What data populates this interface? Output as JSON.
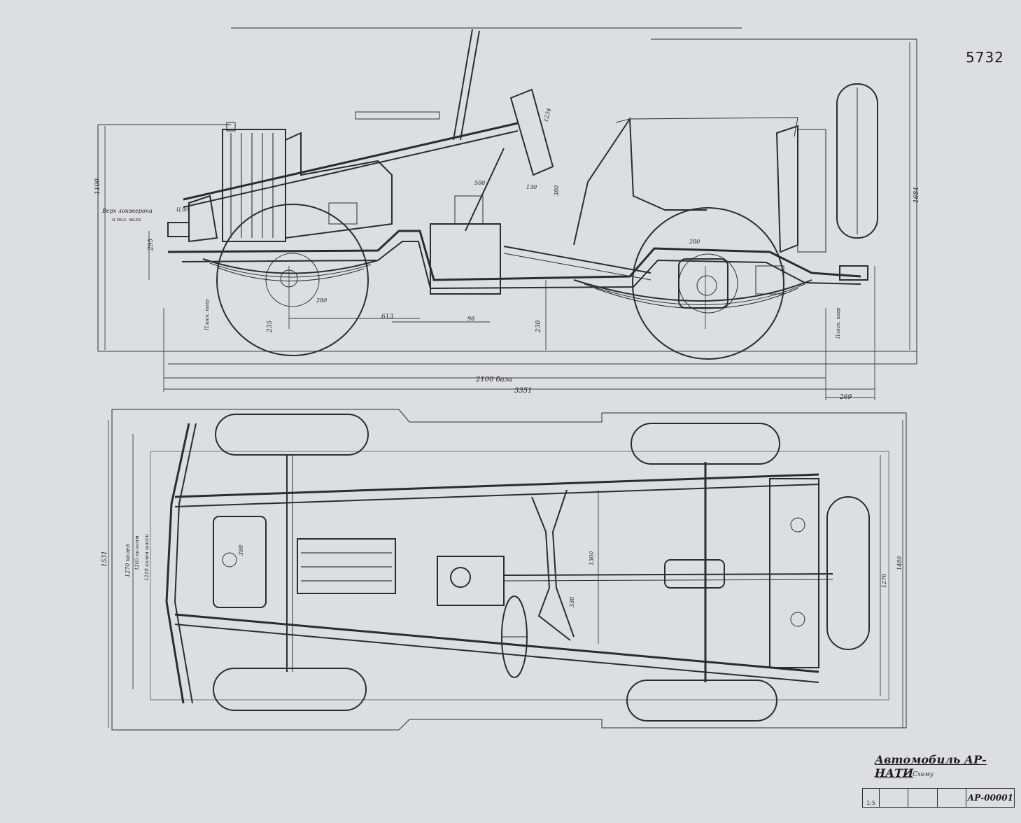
{
  "sheet_number": "5732",
  "side_view": {
    "dimensions": {
      "overall_height_left": "1100",
      "overall_height_right": "1684",
      "wheelbase": "2100 база",
      "overall_length": "3351",
      "rear_overhang": "269",
      "ground_front": "295",
      "wheel_front": "235",
      "axle_offset": "613",
      "axle_offset_2": "98",
      "clearance": "230",
      "front_wheel_radius": "280",
      "rear_wheel_radius": "280",
      "steering_height": "1234",
      "seat_dim_1": "500",
      "seat_dim_2": "130",
      "seat_dim_3": "380",
      "load_line_front": "Плоск. нагр",
      "load_line_rear": "Плоск. нагр",
      "tooth_label": "Ц 80"
    },
    "labels": {
      "ref_note": "Верх лонжерона",
      "ref_note_2": "и пол. вала"
    }
  },
  "plan_view": {
    "dimensions": {
      "overall_width": "1531",
      "track_front": "1270 колея",
      "track_note_1": "1265 по осям",
      "track_note_2": "1210 колея шасси",
      "frame_width": "1300",
      "engine_dim": "330",
      "engine_block": "380",
      "rear_width": "1480",
      "rear_track": "1270"
    }
  },
  "title_block": {
    "title": "Автомобиль АР-НАТИ",
    "subtitle": "Схему",
    "scale": "1:5",
    "code": "АР-00001"
  }
}
